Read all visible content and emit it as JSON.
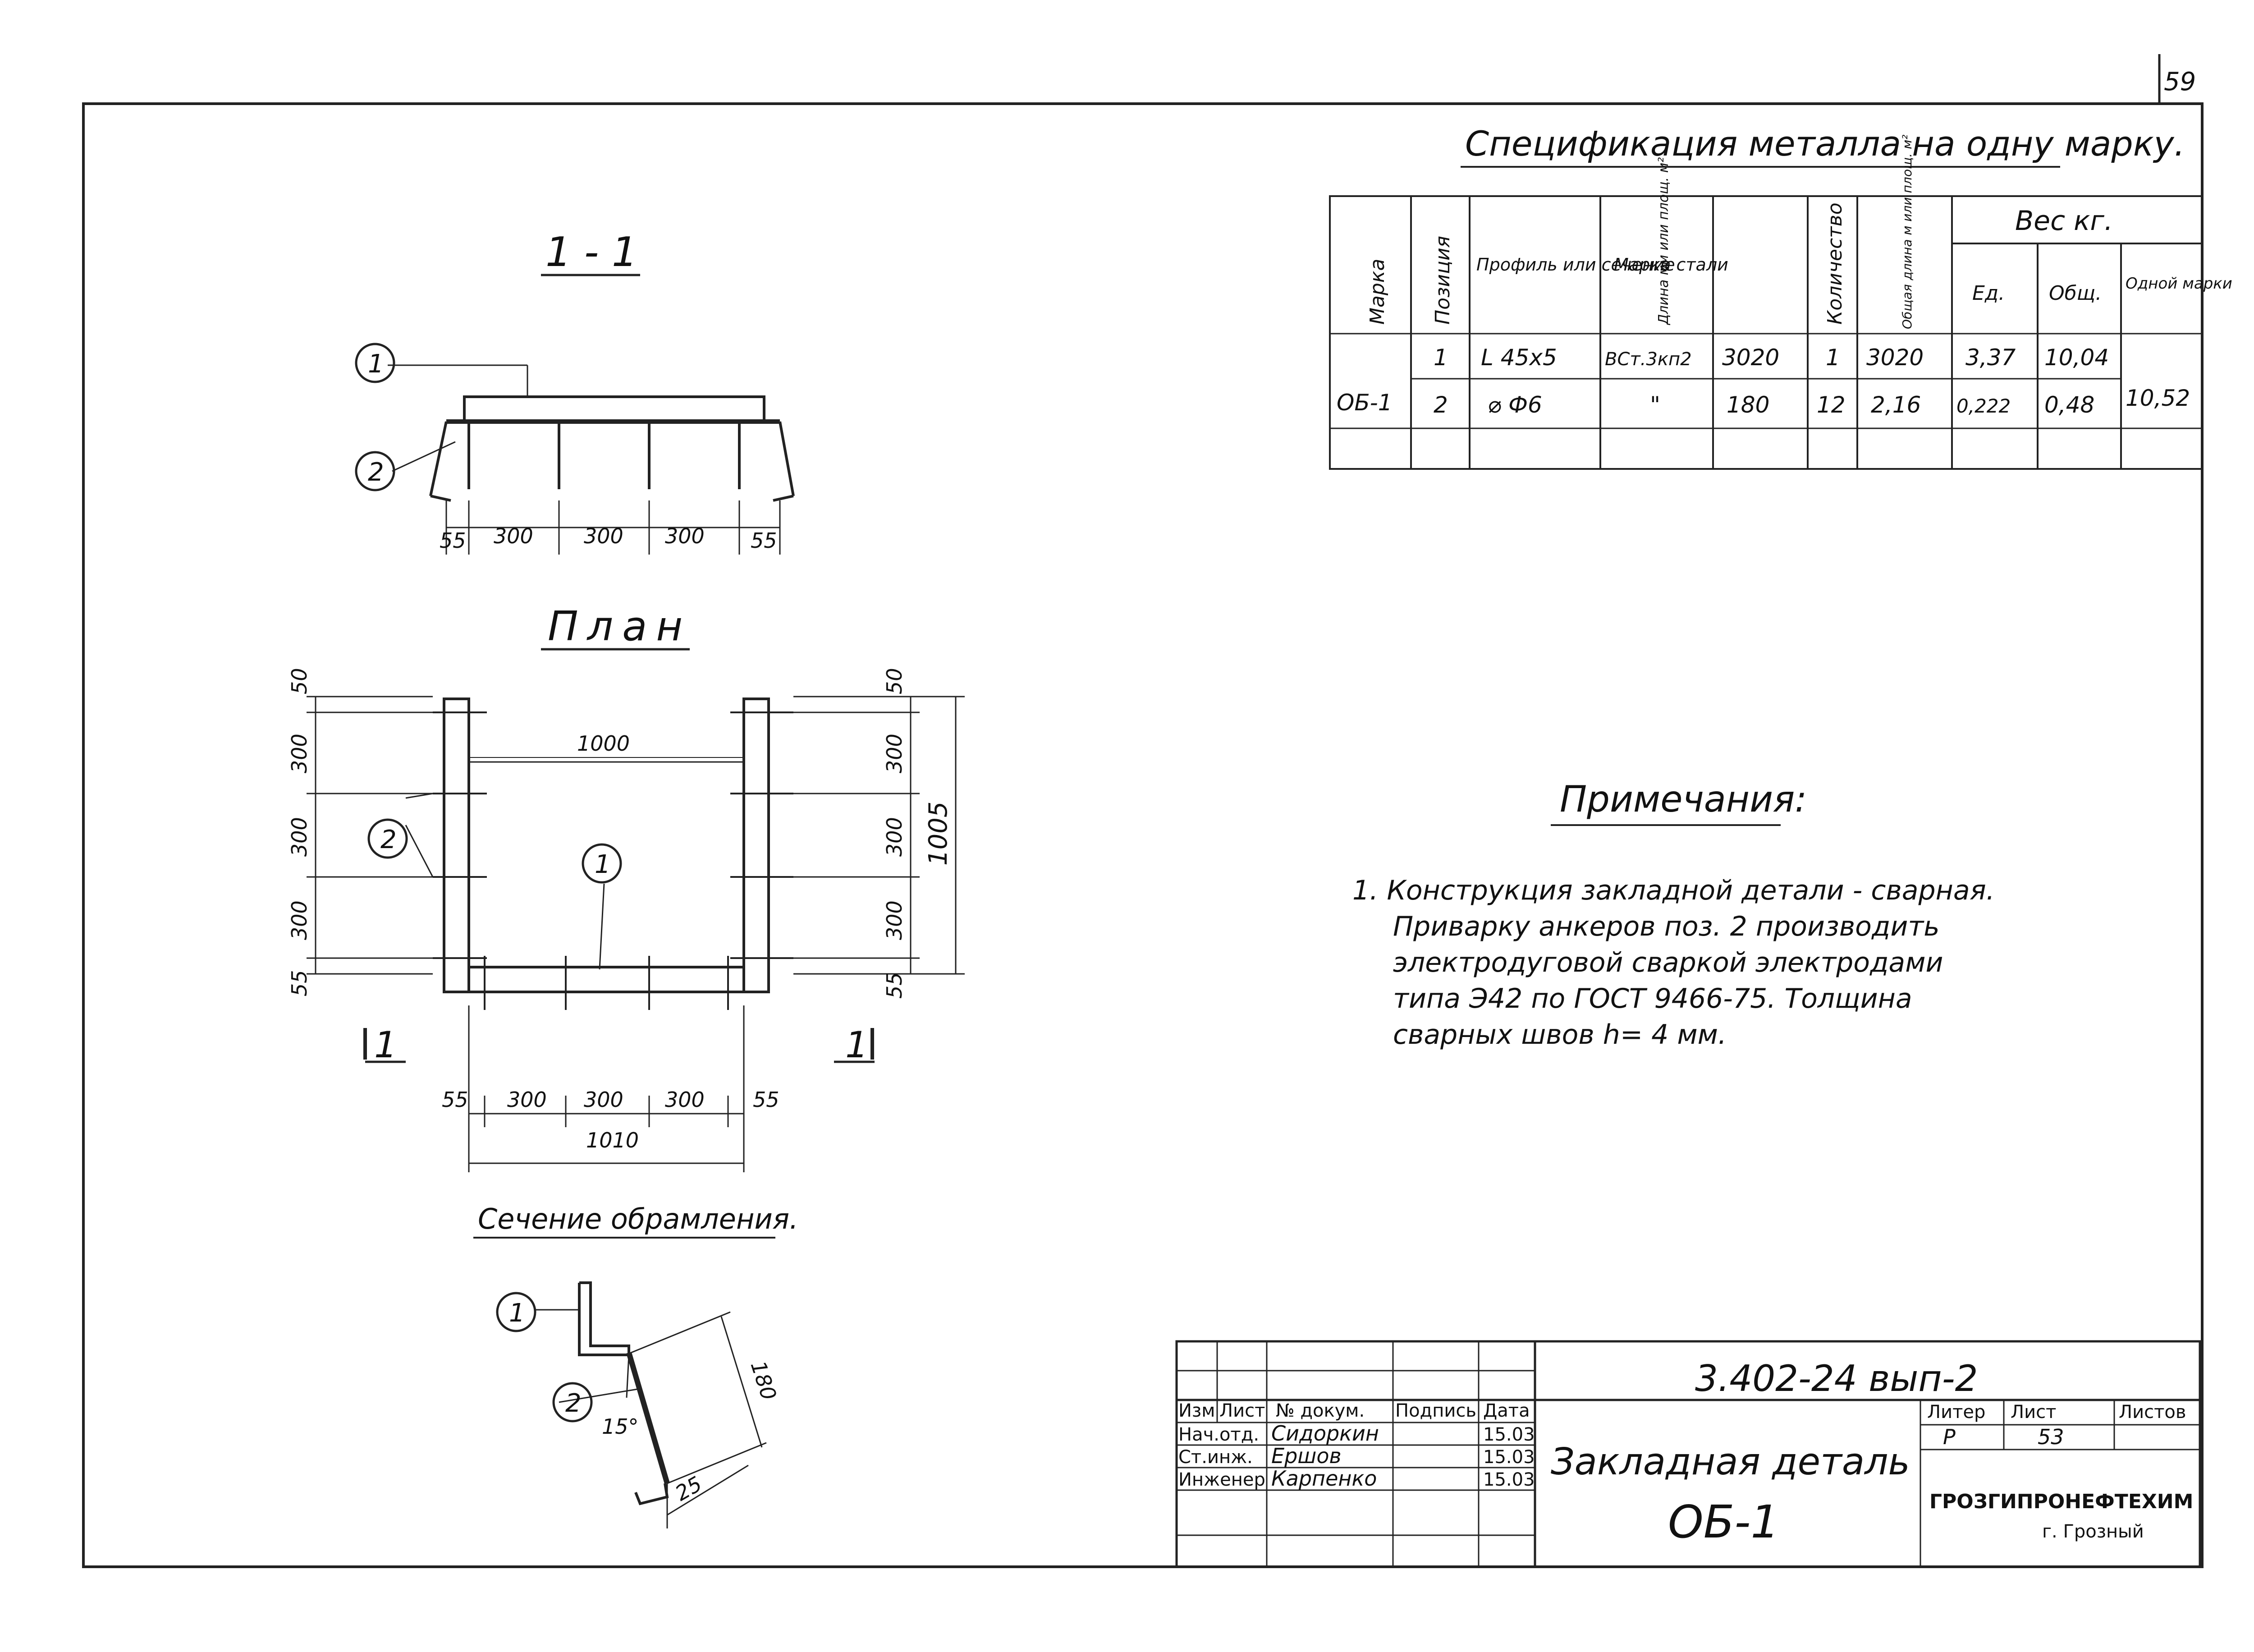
{
  "sheet_number_corner": "59",
  "spec": {
    "title": "Спецификация металла на одну марку.",
    "headers": {
      "marka": "Марка",
      "position": "Позиция",
      "profile": "Профиль или сечение",
      "steel": "Марка стали",
      "length": "Длина мм или площ. м²",
      "quantity": "Количество",
      "total_length": "Общая длина м или площ. м²",
      "weight": "Вес кг.",
      "weight_unit": "Ед.",
      "weight_total": "Общ.",
      "weight_marka": "Одной марки"
    },
    "mark": "ОБ-1",
    "rows": [
      {
        "pos": "1",
        "profile": "L 45x5",
        "steel": "ВСт.3кп2",
        "length": "3020",
        "qty": "1",
        "total": "3020",
        "unit_w": "3,37",
        "total_w": "10,04"
      },
      {
        "pos": "2",
        "profile": "⌀ Ф6",
        "steel": "\"",
        "length": "180",
        "qty": "12",
        "total": "2,16",
        "unit_w": "0,222",
        "total_w": "0,48"
      }
    ],
    "mark_weight": "10,52"
  },
  "section_view": {
    "title": "1 - 1",
    "callout_1": "1",
    "callout_2": "2",
    "dims": [
      "55",
      "300",
      "300",
      "300",
      "55"
    ]
  },
  "plan_view": {
    "title": "План",
    "callout_1": "1",
    "callout_2": "2",
    "dim_inner": "1000",
    "dim_overall_h": "1005",
    "dim_overall_w": "1010",
    "left_dims": [
      "50",
      "300",
      "300",
      "300",
      "55"
    ],
    "right_dims": [
      "50",
      "300",
      "300",
      "300",
      "55"
    ],
    "bottom_dims": [
      "55",
      "300",
      "300",
      "300",
      "55"
    ],
    "cut_label": "1"
  },
  "frame_section": {
    "title": "Сечение обрамления.",
    "callout_1": "1",
    "callout_2": "2",
    "angle": "15°",
    "dim_length": "180",
    "dim_offset": "25"
  },
  "notes": {
    "title": "Примечания:",
    "lines": [
      "1. Конструкция закладной детали - сварная.",
      "Приварку анкеров поз. 2 производить",
      "электродуговой сваркой электродами",
      "типа Э42 по ГОСТ 9466-75. Толщина",
      "сварных швов h= 4 мм."
    ]
  },
  "stamp": {
    "doc_code": "3.402-24 вып-2",
    "title_line1": "Закладная деталь",
    "title_line2": "ОБ-1",
    "col_headers": [
      "Изм",
      "Лист",
      "№ докум.",
      "Подпись",
      "Дата"
    ],
    "people": [
      {
        "role": "Нач.отд.",
        "name": "Сидоркин",
        "date": "15.03"
      },
      {
        "role": "Ст.инж.",
        "name": "Ершов",
        "date": "15.03"
      },
      {
        "role": "Инженер",
        "name": "Карпенко",
        "date": "15.03"
      }
    ],
    "litera_label": "Литер",
    "sheet_label": "Лист",
    "sheets_label": "Листов",
    "litera": "Р",
    "sheet": "53",
    "org": "ГРОЗГИПРОНЕФТЕХИМ",
    "city": "г. Грозный"
  }
}
